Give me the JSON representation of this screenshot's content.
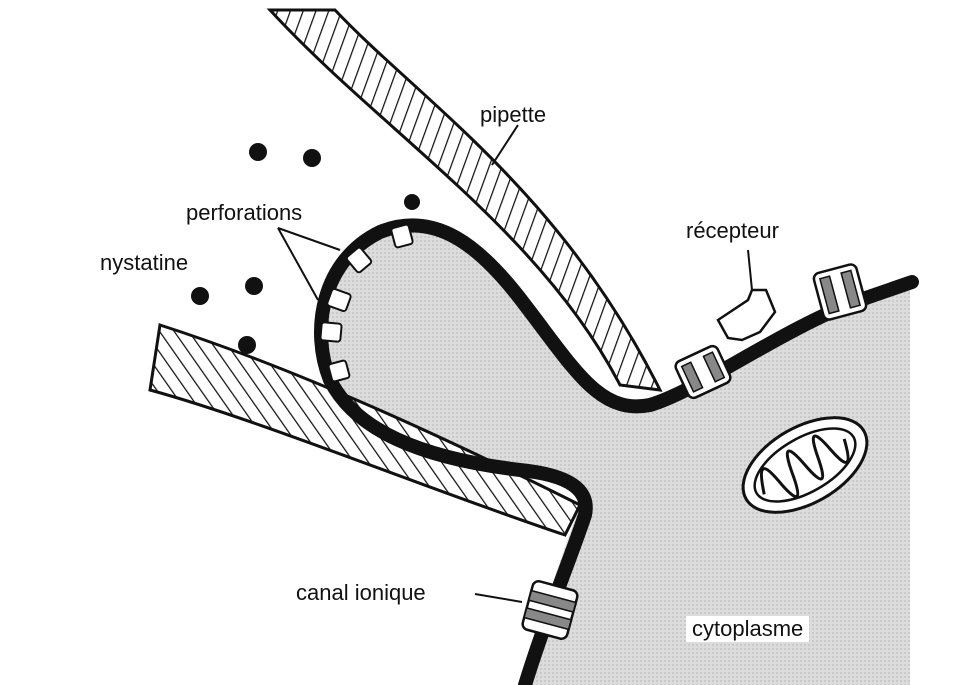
{
  "labels": {
    "pipette": "pipette",
    "perforations": "perforations",
    "nystatine": "nystatine",
    "recepteur": "récepteur",
    "canal_ionique": "canal ionique",
    "cytoplasme": "cytoplasme"
  },
  "colors": {
    "membrane": "#111111",
    "cytoplasm": "#d9d9d9",
    "pipette_hatch": "#111111",
    "channel_band": "#888888"
  },
  "icons": [
    "nystatin-molecule-dot",
    "ion-channel",
    "receptor",
    "mitochondrion"
  ]
}
